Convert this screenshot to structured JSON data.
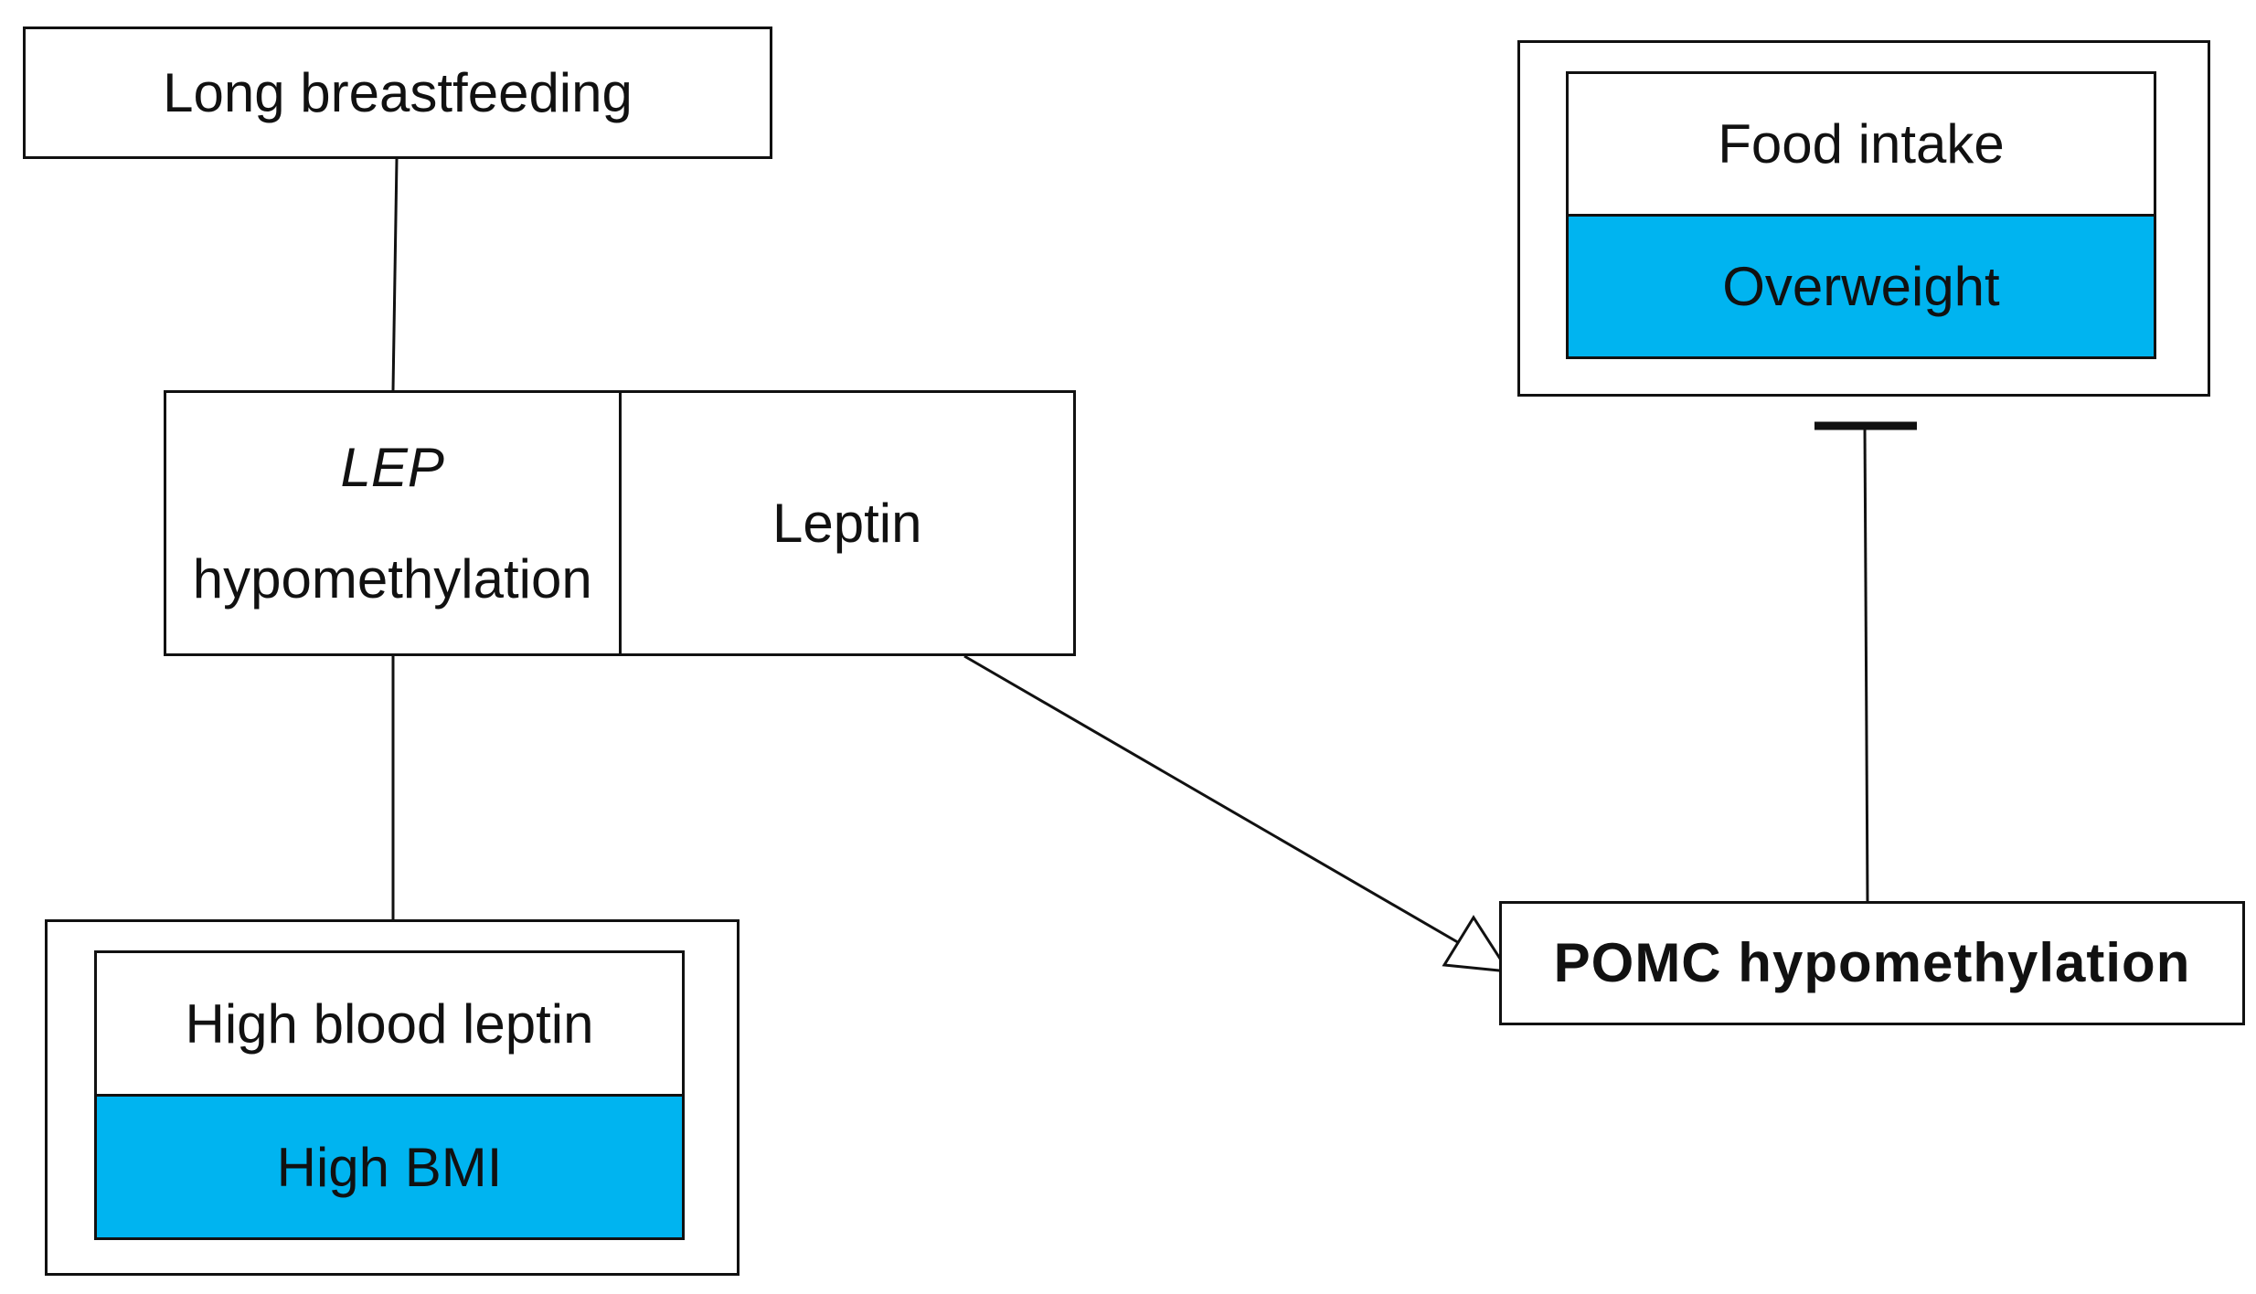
{
  "diagram": {
    "nodes": {
      "long_breastfeeding": "Long breastfeeding",
      "lep_gene": "LEP",
      "lep_hypomethylation": "hypomethylation",
      "leptin": "Leptin",
      "high_blood_leptin": "High blood leptin",
      "high_bmi": "High BMI",
      "food_intake": "Food intake",
      "overweight": "Overweight",
      "pomc_hypomethylation": "POMC hypomethylation"
    },
    "edges": [
      {
        "from": "long_breastfeeding",
        "to": "lep_hypomethylation",
        "type": "line"
      },
      {
        "from": "lep_hypomethylation",
        "to": "high_blood_leptin",
        "type": "line"
      },
      {
        "from": "leptin",
        "to": "pomc_hypomethylation",
        "type": "arrow"
      },
      {
        "from": "pomc_hypomethylation",
        "to": "food_intake",
        "type": "inhibition"
      }
    ],
    "colors": {
      "highlight": "#00b4f0",
      "stroke": "#111111",
      "background": "#ffffff"
    }
  }
}
